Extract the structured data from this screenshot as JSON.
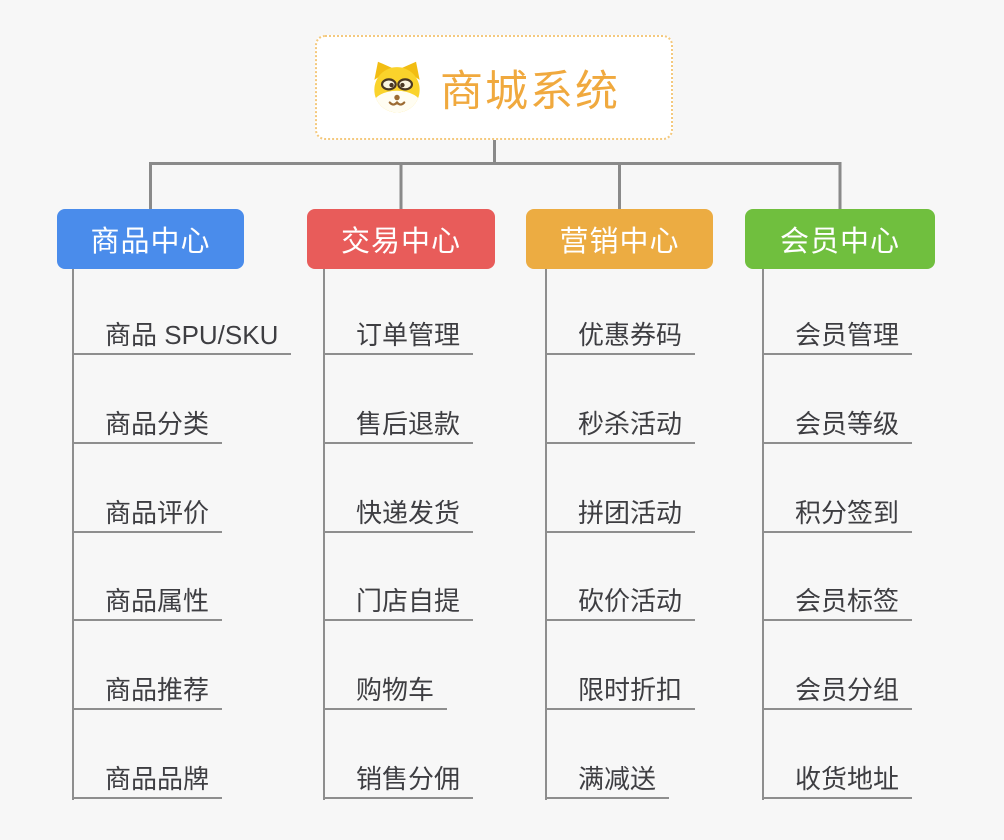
{
  "canvas": {
    "background": "#f7f7f7"
  },
  "root": {
    "title": "商城系统",
    "icon": "doge-dog-icon",
    "text_color": "#f0a93e",
    "border_color": "#f4c97e"
  },
  "connectors": {
    "color": "#8a8a8a"
  },
  "branches": [
    {
      "id": "product-center",
      "label": "商品中心",
      "color": "#4a8ceb",
      "children": [
        "商品 SPU/SKU",
        "商品分类",
        "商品评价",
        "商品属性",
        "商品推荐",
        "商品品牌"
      ]
    },
    {
      "id": "trade-center",
      "label": "交易中心",
      "color": "#e85c5a",
      "children": [
        "订单管理",
        "售后退款",
        "快递发货",
        "门店自提",
        "购物车",
        "销售分佣"
      ]
    },
    {
      "id": "marketing-center",
      "label": "营销中心",
      "color": "#ecac42",
      "children": [
        "优惠券码",
        "秒杀活动",
        "拼团活动",
        "砍价活动",
        "限时折扣",
        "满减送"
      ]
    },
    {
      "id": "member-center",
      "label": "会员中心",
      "color": "#70bf3e",
      "children": [
        "会员管理",
        "会员等级",
        "积分签到",
        "会员标签",
        "会员分组",
        "收货地址"
      ]
    }
  ]
}
